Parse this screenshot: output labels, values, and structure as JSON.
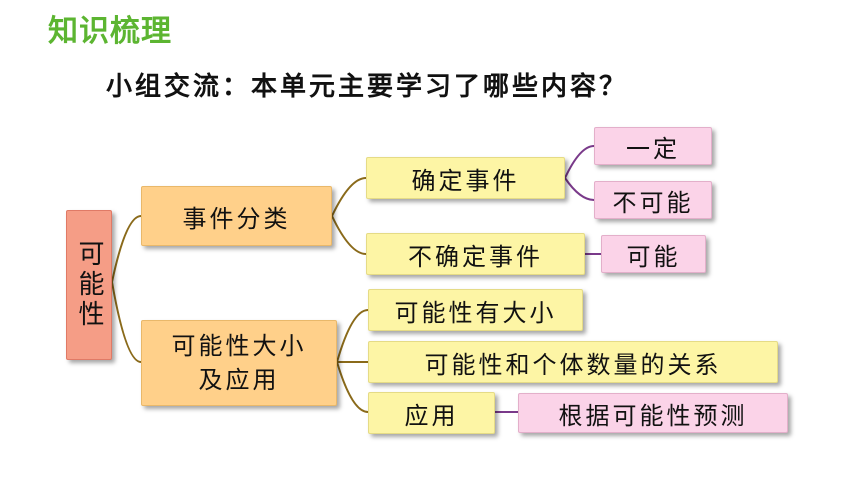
{
  "header": {
    "title": "知识梳理",
    "question": "小组交流：本单元主要学习了哪些内容？"
  },
  "mindmap": {
    "root": "可能性",
    "branches": [
      {
        "label": "事件分类",
        "children": [
          {
            "label": "确定事件",
            "children": [
              "一定",
              "不可能"
            ]
          },
          {
            "label": "不确定事件",
            "children": [
              "可能"
            ]
          }
        ]
      },
      {
        "label_line1": "可能性大小",
        "label_line2": "及应用",
        "children": [
          {
            "label": "可能性有大小"
          },
          {
            "label": "可能性和个体数量的关系"
          },
          {
            "label": "应用",
            "children": [
              "根据可能性预测"
            ]
          }
        ]
      }
    ]
  },
  "colors": {
    "title": "#5cb531",
    "root_fill": "#f59d86",
    "level1_fill": "#ffd08a",
    "level2_fill": "#fdf5a5",
    "level3_fill": "#fbd3e8",
    "connector_brown": "#8a6a1a",
    "connector_purple": "#7a3a8a"
  }
}
